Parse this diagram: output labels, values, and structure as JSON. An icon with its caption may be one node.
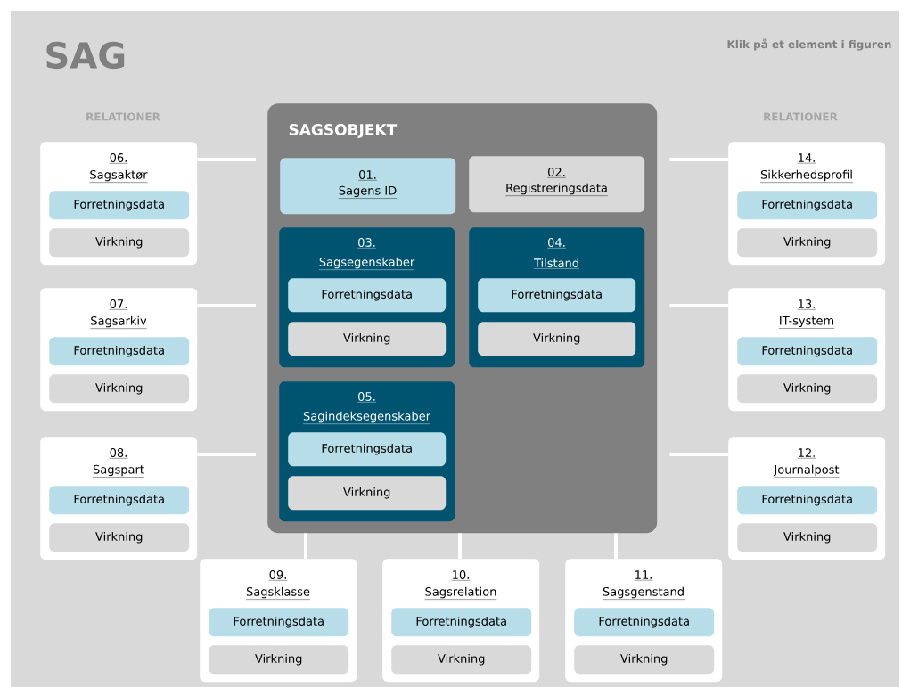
{
  "diagram": {
    "title": "SAG",
    "nodes": [
      {
        "text": [
          "SAGSOBJEKT"
        ]
      },
      {
        "text": [
          "01.",
          "Sagens ID"
        ],
        "in": 0
      },
      {
        "text": [
          "02.",
          "Registreringsdata"
        ],
        "in": 0
      },
      {
        "text": [
          "03.",
          "Sagsegenskaber"
        ],
        "in": 0
      },
      {
        "text": [
          "Forretningsdata"
        ],
        "in": 3
      },
      {
        "text": [
          "Virkning"
        ],
        "in": 3
      },
      {
        "text": [
          "04.",
          "Tilstand"
        ],
        "in": 0
      },
      {
        "text": [
          "Forretningsdata"
        ],
        "in": 6
      },
      {
        "text": [
          "Virkning"
        ],
        "in": 6
      },
      {
        "text": [
          "05.",
          "Sagindeksegenskaber"
        ],
        "in": 0
      },
      {
        "text": [
          "Forretningsdata"
        ],
        "in": 9
      },
      {
        "text": [
          "Virkning"
        ],
        "in": 9
      },
      {
        "text": [
          "06.",
          "Sagsaktør"
        ]
      },
      {
        "text": [
          "Forretningsdata"
        ],
        "in": 12
      },
      {
        "text": [
          "Virkning"
        ],
        "in": 12
      },
      {
        "text": [
          "07.",
          "Sagsarkiv"
        ]
      },
      {
        "text": [
          "Forretningsdata"
        ],
        "in": 15
      },
      {
        "text": [
          "Virkning"
        ],
        "in": 15
      },
      {
        "text": [
          "08.",
          "Sagspart"
        ]
      },
      {
        "text": [
          "Forretningsdata"
        ],
        "in": 18
      },
      {
        "text": [
          "Virkning"
        ],
        "in": 18
      },
      {
        "text": [
          "09.",
          "Sagsklasse"
        ]
      },
      {
        "text": [
          "Forretningsdata"
        ],
        "in": 21
      },
      {
        "text": [
          "Virkning"
        ],
        "in": 21
      },
      {
        "text": [
          "10.",
          "Sagsrelation"
        ]
      },
      {
        "text": [
          "Forretningsdata"
        ],
        "in": 24
      },
      {
        "text": [
          "Virkning"
        ],
        "in": 24
      },
      {
        "text": [
          "11.",
          "Sagsgenstand"
        ]
      },
      {
        "text": [
          "Forretningsdata"
        ],
        "in": 27
      },
      {
        "text": [
          "Virkning"
        ],
        "in": 27
      },
      {
        "text": [
          "12.",
          "Journalpost"
        ]
      },
      {
        "text": [
          "Forretningsdata"
        ],
        "in": 30
      },
      {
        "text": [
          "Virkning"
        ],
        "in": 30
      },
      {
        "text": [
          "13.",
          "IT-system"
        ]
      },
      {
        "text": [
          "Forretningsdata"
        ],
        "in": 33
      },
      {
        "text": [
          "Virkning"
        ],
        "in": 33
      },
      {
        "text": [
          "14.",
          "Sikkerhedsprofil"
        ]
      },
      {
        "text": [
          "Forretningsdata"
        ],
        "in": 36
      },
      {
        "text": [
          "Virkning"
        ],
        "in": 36
      }
    ],
    "edges": [
      {
        "from": 12,
        "to": 0,
        "arrow": "none"
      },
      {
        "from": 15,
        "to": 0,
        "arrow": "none"
      },
      {
        "from": 18,
        "to": 0,
        "arrow": "none"
      },
      {
        "from": 21,
        "to": 0,
        "arrow": "none"
      },
      {
        "from": 24,
        "to": 0,
        "arrow": "none"
      },
      {
        "from": 27,
        "to": 0,
        "arrow": "none"
      },
      {
        "from": 30,
        "to": 0,
        "arrow": "none"
      },
      {
        "from": 33,
        "to": 0,
        "arrow": "none"
      },
      {
        "from": 36,
        "to": 0,
        "arrow": "none"
      }
    ],
    "labels": [
      "Klik på et element i figuren",
      "RELATIONER",
      "RELATIONER"
    ]
  }
}
